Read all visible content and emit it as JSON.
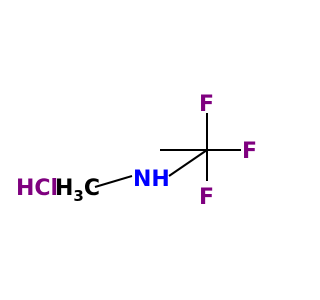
{
  "structure": {
    "salt": {
      "text": "HCl",
      "color": "#7f007f"
    },
    "methyl": {
      "text": "H",
      "subscript": "3",
      "suffix": "C",
      "color": "#000000"
    },
    "amine": {
      "text": "NH",
      "color": "#0000ff"
    },
    "fluorines": [
      {
        "text": "F",
        "color": "#7f007f"
      },
      {
        "text": "F",
        "color": "#7f007f"
      },
      {
        "text": "F",
        "color": "#7f007f"
      }
    ],
    "bond_color": "#000000"
  }
}
